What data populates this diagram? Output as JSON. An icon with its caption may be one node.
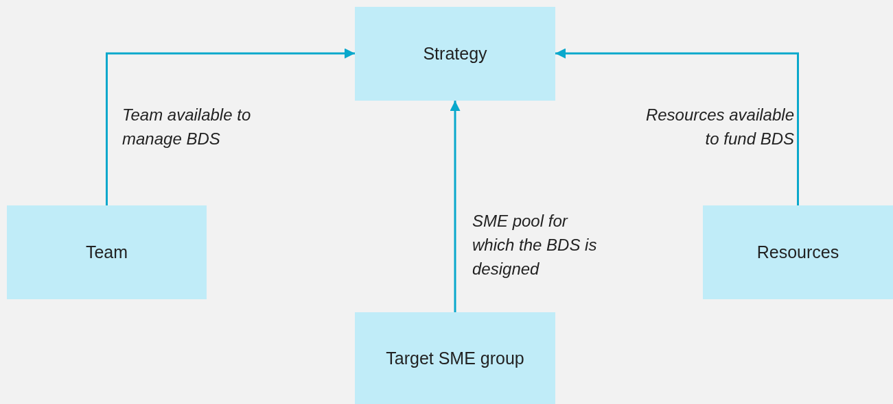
{
  "diagram": {
    "nodes": [
      {
        "text": [
          "Strategy"
        ]
      },
      {
        "text": [
          "Team"
        ]
      },
      {
        "text": [
          "Target SME group"
        ]
      },
      {
        "text": [
          "Resources"
        ]
      }
    ],
    "edges": [
      {
        "from": 1,
        "to": 0,
        "arrow": "to",
        "label": "Team available to manage BDS"
      },
      {
        "from": 2,
        "to": 0,
        "arrow": "to",
        "label": "SME pool for which the BDS is designed"
      },
      {
        "from": 3,
        "to": 0,
        "arrow": "to",
        "label": "Resources available to fund BDS"
      }
    ]
  }
}
